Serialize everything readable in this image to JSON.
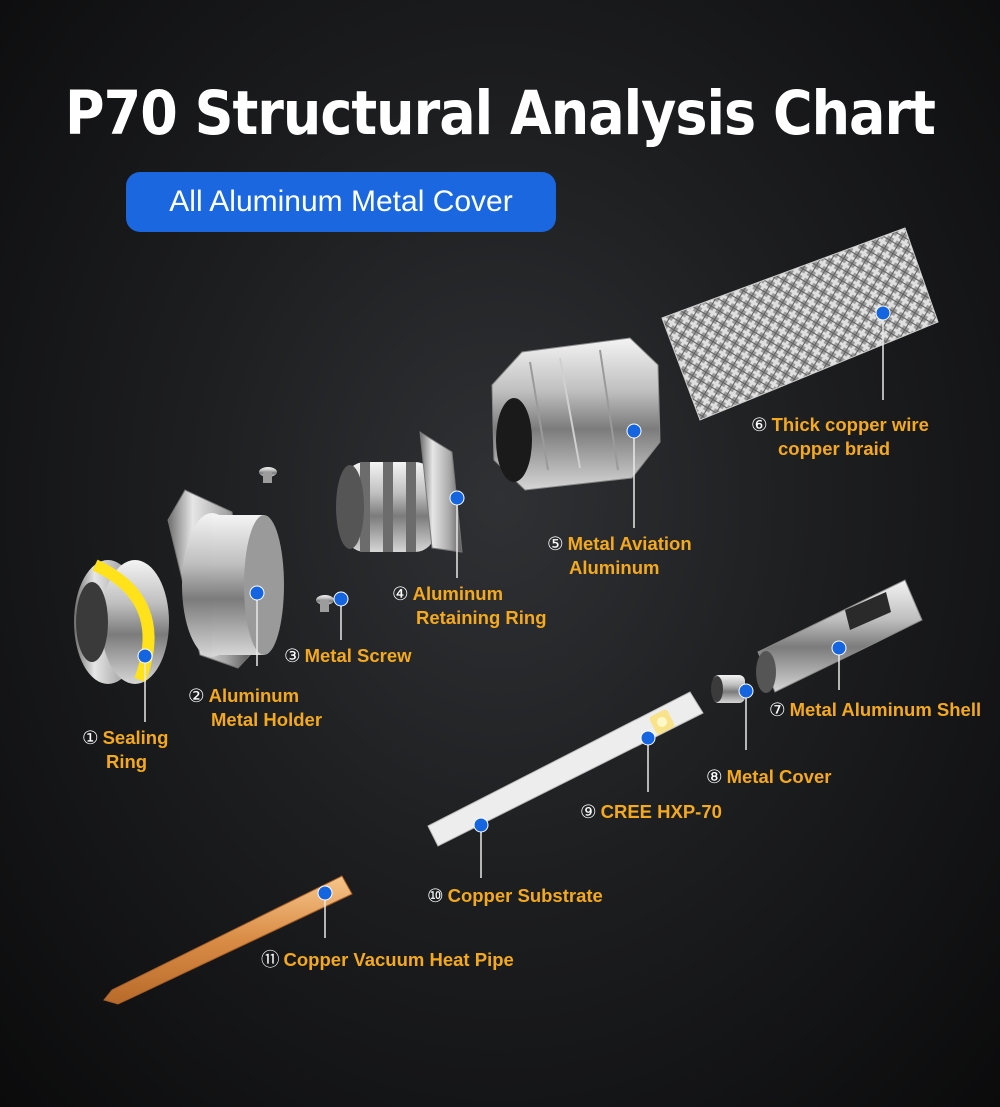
{
  "title": "P70 Structural Analysis Chart",
  "subtitle": "All Aluminum Metal Cover",
  "colors": {
    "accent_blue": "#1a67e0",
    "label_orange": "#f4a91e",
    "dot_blue": "#1565e0"
  },
  "parts": [
    {
      "num": "①",
      "line1": "Sealing",
      "line2": "Ring"
    },
    {
      "num": "②",
      "line1": "Aluminum",
      "line2": "Metal Holder"
    },
    {
      "num": "③",
      "line1": "Metal Screw",
      "line2": ""
    },
    {
      "num": "④",
      "line1": "Aluminum",
      "line2": "Retaining Ring"
    },
    {
      "num": "⑤",
      "line1": "Metal Aviation",
      "line2": "Aluminum"
    },
    {
      "num": "⑥",
      "line1": "Thick copper wire",
      "line2": "copper braid"
    },
    {
      "num": "⑦",
      "line1": "Metal Aluminum Shell",
      "line2": ""
    },
    {
      "num": "⑧",
      "line1": "Metal Cover",
      "line2": ""
    },
    {
      "num": "⑨",
      "line1": "CREE HXP-70",
      "line2": ""
    },
    {
      "num": "⑩",
      "line1": "Copper Substrate",
      "line2": ""
    },
    {
      "num": "⑪",
      "line1": "Copper Vacuum Heat Pipe",
      "line2": ""
    }
  ]
}
